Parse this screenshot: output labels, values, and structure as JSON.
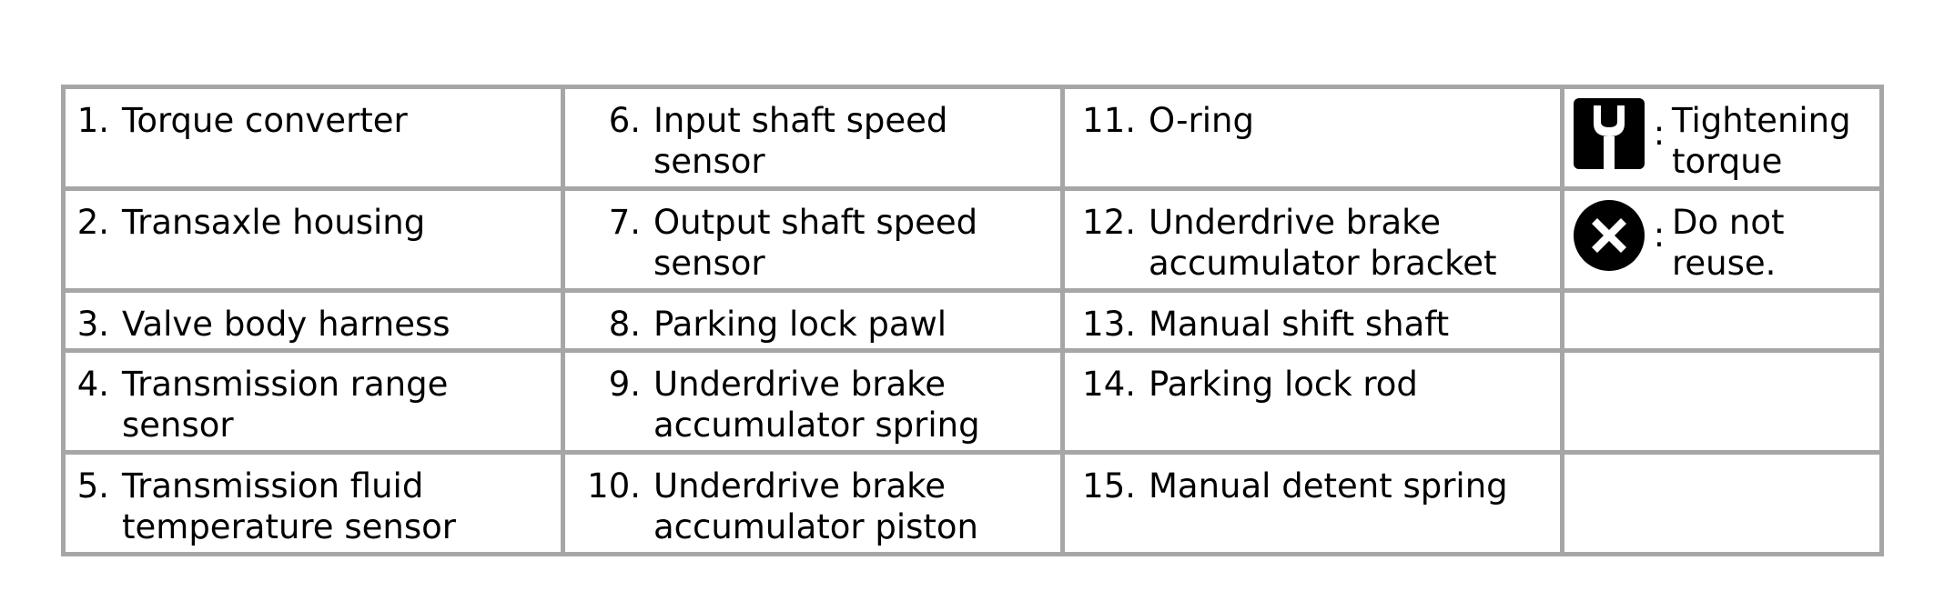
{
  "legend": {
    "columns": [
      {
        "items": [
          {
            "num": "1.",
            "text": "Torque converter"
          },
          {
            "num": "2.",
            "text": "Transaxle housing"
          },
          {
            "num": "3.",
            "text": "Valve body harness"
          },
          {
            "num": "4.",
            "text": "Transmission range sensor"
          },
          {
            "num": "5.",
            "text": "Transmission fluid temperature sensor"
          }
        ]
      },
      {
        "items": [
          {
            "num": "6.",
            "text": "Input shaft speed sensor"
          },
          {
            "num": "7.",
            "text": "Output shaft speed sensor"
          },
          {
            "num": "8.",
            "text": "Parking lock pawl"
          },
          {
            "num": "9.",
            "text": "Underdrive brake accumulator spring"
          },
          {
            "num": "10.",
            "text": "Underdrive brake accumulator piston"
          }
        ]
      },
      {
        "items": [
          {
            "num": "11.",
            "text": "O-ring"
          },
          {
            "num": "12.",
            "text": "Underdrive brake accumulator bracket"
          },
          {
            "num": "13.",
            "text": "Manual shift shaft"
          },
          {
            "num": "14.",
            "text": "Parking lock rod"
          },
          {
            "num": "15.",
            "text": "Manual detent spring"
          }
        ]
      }
    ],
    "symbols": [
      {
        "icon": "wrench-torque-icon",
        "colon": ":",
        "text": "Tightening torque"
      },
      {
        "icon": "do-not-reuse-icon",
        "colon": ":",
        "text": "Do not reuse."
      }
    ],
    "colors": {
      "border": "#a6a6a6",
      "text": "#000000",
      "icon": "#000000"
    }
  }
}
